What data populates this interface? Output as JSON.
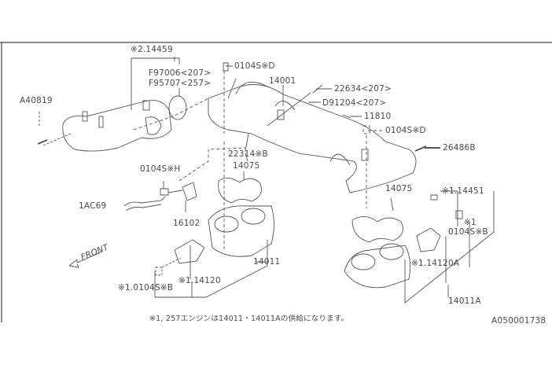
{
  "diagram_id": "A050001738",
  "footnote": "※1, 257エンジンは14011・14011Aの供給になります。",
  "front_label": "FRONT",
  "labels": {
    "l14459": "※2.14459",
    "f97006": "F97006<207>",
    "f95707": "F95707<257>",
    "bolt_d_top": "0104S※D",
    "l14001": "14001",
    "l22634": "22634<207>",
    "d91204": "D91204<207>",
    "a40819": "A40819",
    "l11810": "11810",
    "bolt_d_mid": "0104S※D",
    "l22314": "22314※B",
    "l26486": "26486B",
    "l14075_left": "14075",
    "bolt_h": "0104S※H",
    "l1ac69": "1AC69",
    "l14075_right": "14075",
    "l14451": "※1.14451",
    "star1": "※1",
    "bolt_b_right": "0104S※B",
    "l16102": "16102",
    "l14011": "14011",
    "l14120a": "※1.14120A",
    "l14120": "※1.14120",
    "bolt_b_left": "※1.0104S※B",
    "l14011a": "14011A"
  }
}
